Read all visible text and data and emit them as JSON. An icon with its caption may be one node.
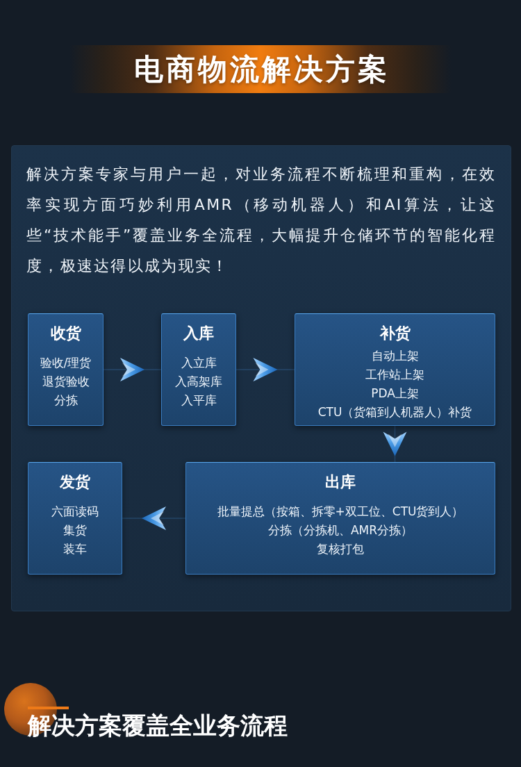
{
  "diagram": {
    "title": "电商物流解决方案",
    "nodes": [
      {
        "text": [
          "解决方案专家与用户一起，对业务流程不断梳理和重构，在效率实现方面巧妙利用AMR（移动机器人）和AI算法，让这些“技术能手”覆盖业务全流程，大幅提升仓储环节的智能化程度，极速达得以成为现实！"
        ]
      },
      {
        "text": [
          "收货",
          "验收/理货",
          "退货验收",
          "分拣"
        ],
        "in": 0
      },
      {
        "text": [
          "入库",
          "入立库",
          "入高架库",
          "入平库"
        ],
        "in": 0
      },
      {
        "text": [
          "补货",
          "自动上架",
          "工作站上架",
          "PDA上架",
          "CTU（货箱到人机器人）补货"
        ],
        "in": 0
      },
      {
        "text": [
          "出库",
          "批量提总（按箱、拆零+双工位、CTU货到人）",
          "分拣（分拣机、AMR分拣）",
          "复核打包"
        ],
        "in": 0
      },
      {
        "text": [
          "发货",
          "六面读码",
          "集货",
          "装车"
        ],
        "in": 0
      }
    ],
    "edges": [
      {
        "from": 1,
        "to": 2,
        "arrow": "to"
      },
      {
        "from": 2,
        "to": 3,
        "arrow": "to"
      },
      {
        "from": 3,
        "to": 4,
        "arrow": "to"
      },
      {
        "from": 4,
        "to": 5,
        "arrow": "to"
      }
    ],
    "labels": [
      "解决方案覆盖全业务流程"
    ]
  }
}
